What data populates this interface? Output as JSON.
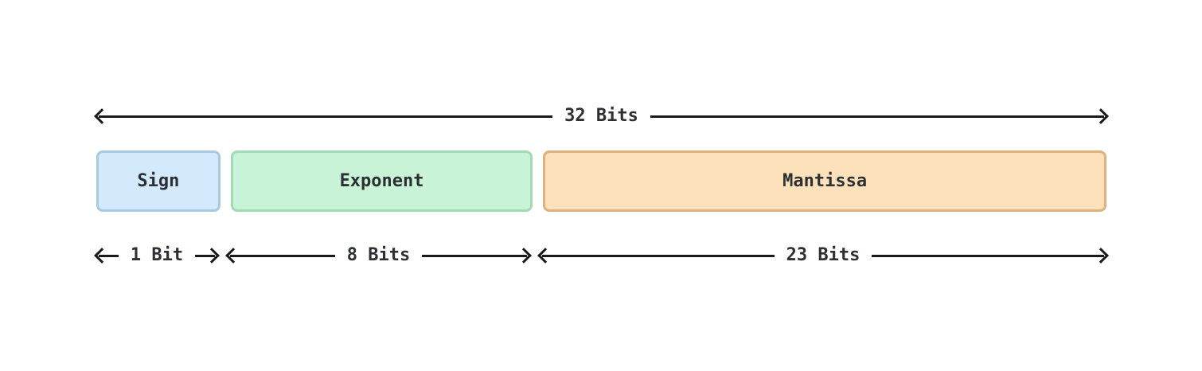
{
  "diagram": {
    "background": "#ffffff",
    "arrow_color": "#1a1a1a",
    "text_color": "#2c3034",
    "total_width_arrow": {
      "label": "32 Bits"
    },
    "fields": [
      {
        "name": "Sign",
        "width_label": "1 Bit",
        "fill": "#d3e9fc",
        "border": "#abc8e2"
      },
      {
        "name": "Exponent",
        "width_label": "8 Bits",
        "fill": "#c9f3d6",
        "border": "#a2dab6"
      },
      {
        "name": "Mantissa",
        "width_label": "23 Bits",
        "fill": "#fce1ba",
        "border": "#ddb27e"
      }
    ]
  }
}
